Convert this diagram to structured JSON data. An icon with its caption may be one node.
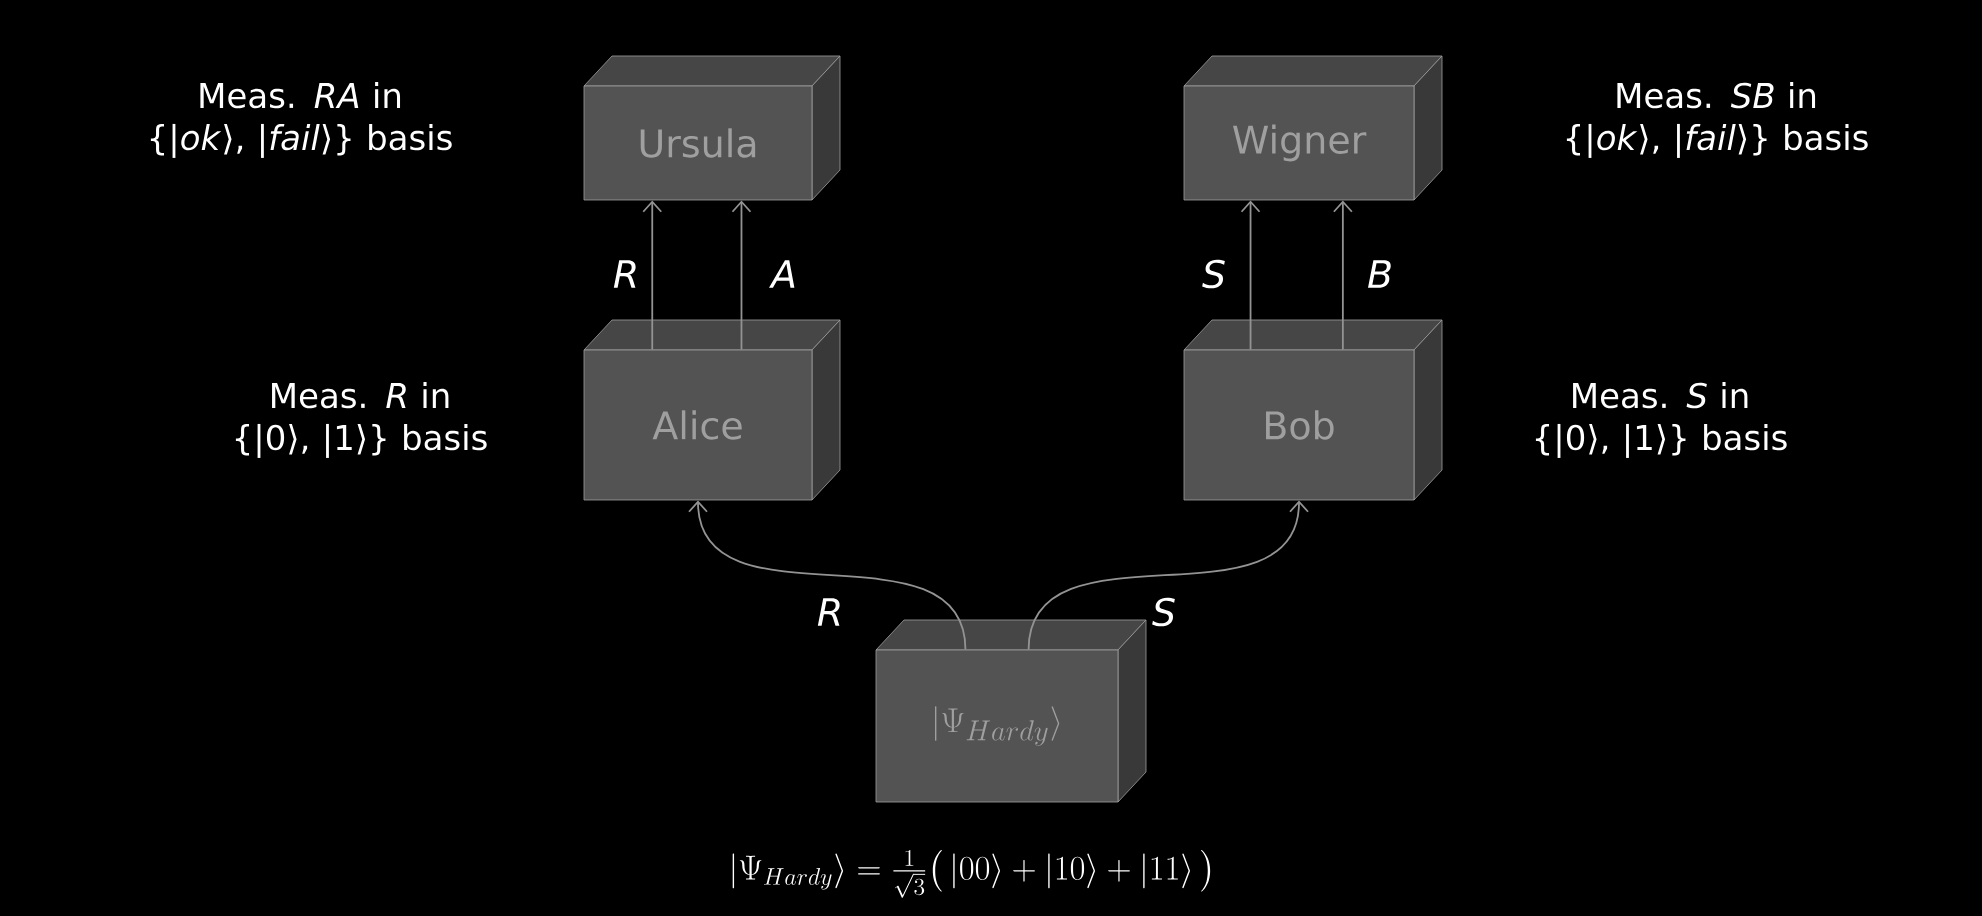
{
  "diagram": {
    "nodes": [
      {
        "text": [
          "Ursula"
        ],
        "beside": [
          "Meas. *RA* in {|*ok*⟩, |*fail*⟩} basis"
        ]
      },
      {
        "text": [
          "Wigner"
        ],
        "beside": [
          "Meas. *SB* in {|*ok*⟩, |*fail*⟩} basis"
        ]
      },
      {
        "text": [
          "Alice"
        ],
        "beside": [
          "Meas. *R* in {|0⟩, |1⟩} basis"
        ]
      },
      {
        "text": [
          "Bob"
        ],
        "beside": [
          "Meas. *S* in {|0⟩, |1⟩} basis"
        ]
      },
      {
        "text": [
          "|\\Psi_{Hardy}\\rangle"
        ],
        "beside": [
          "|\\Psi_{Hardy}\\rangle = \\frac{1}{\\sqrt{3}}\\big(\\,|00\\rangle + |10\\rangle + |11\\rangle\\,\\big)"
        ]
      }
    ],
    "edges": [
      {
        "from": 2,
        "to": 0,
        "arrow": "to",
        "label": "R"
      },
      {
        "from": 2,
        "to": 0,
        "arrow": "to",
        "label": "A"
      },
      {
        "from": 3,
        "to": 1,
        "arrow": "to",
        "label": "S"
      },
      {
        "from": 3,
        "to": 1,
        "arrow": "to",
        "label": "B"
      },
      {
        "from": 4,
        "to": 2,
        "arrow": "to",
        "label": "R"
      },
      {
        "from": 4,
        "to": 3,
        "arrow": "to",
        "label": "S"
      }
    ]
  }
}
